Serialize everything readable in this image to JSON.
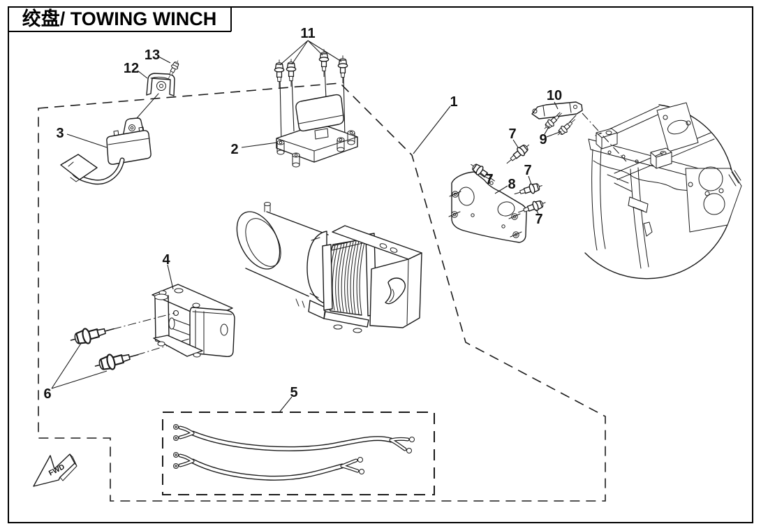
{
  "title": {
    "text": "绞盘/ TOWING WINCH"
  },
  "direction_marker": {
    "label": "FWD"
  },
  "callouts": {
    "p1": "1",
    "p2": "2",
    "p3": "3",
    "p4": "4",
    "p5": "5",
    "p6": "6",
    "p7": "7",
    "p8": "8",
    "p9": "9",
    "p10": "10",
    "p11": "11",
    "p12": "12",
    "p13": "13"
  }
}
